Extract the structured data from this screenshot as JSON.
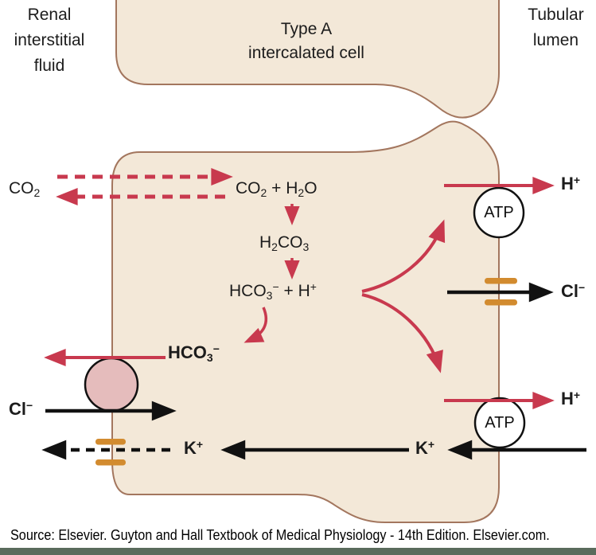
{
  "regions": {
    "left_label": "Renal\ninterstitial\nfluid",
    "right_label": "Tubular\nlumen",
    "cell_title": "Type A\nintercalated cell"
  },
  "formulas": {
    "co2_out": {
      "p1": "CO",
      "s1": "2"
    },
    "co2_h2o": {
      "p1": "CO",
      "s1": "2",
      "p2": " + H",
      "s2": "2",
      "p3": "O"
    },
    "h2co3": {
      "p1": "H",
      "s1": "2",
      "p2": "CO",
      "s2": "3"
    },
    "hco3_h": {
      "p1": "HCO",
      "s1": "3",
      "sup1": "−",
      "p2": " + H",
      "sup2": "+"
    },
    "hco3_bold": {
      "p1": "HCO",
      "s1": "3",
      "sup1": "−"
    },
    "h_top": {
      "p1": "H",
      "sup1": "+"
    },
    "cl_right": {
      "p1": "Cl",
      "sup1": "−"
    },
    "h_bottom": {
      "p1": "H",
      "sup1": "+"
    },
    "k_inner_left": {
      "p1": "K",
      "sup1": "+"
    },
    "k_inner_right": {
      "p1": "K",
      "sup1": "+"
    },
    "cl_out_left": {
      "p1": "Cl",
      "sup1": "−"
    }
  },
  "pumps": {
    "atp_top": "ATP",
    "atp_bottom": "ATP"
  },
  "source_text": "Source: Elsevier. Guyton and Hall Textbook of Medical Physiology - 14th Edition. Elsevier.com.",
  "colors": {
    "cell_fill": "#f3e8d8",
    "membrane": "#a3765e",
    "arrow_red": "#c8394e",
    "arrow_black": "#111111",
    "channel_orange": "#d28b2f",
    "exchanger_pink": "#e5bcbc",
    "footer_bar": "#5a6b5c"
  }
}
